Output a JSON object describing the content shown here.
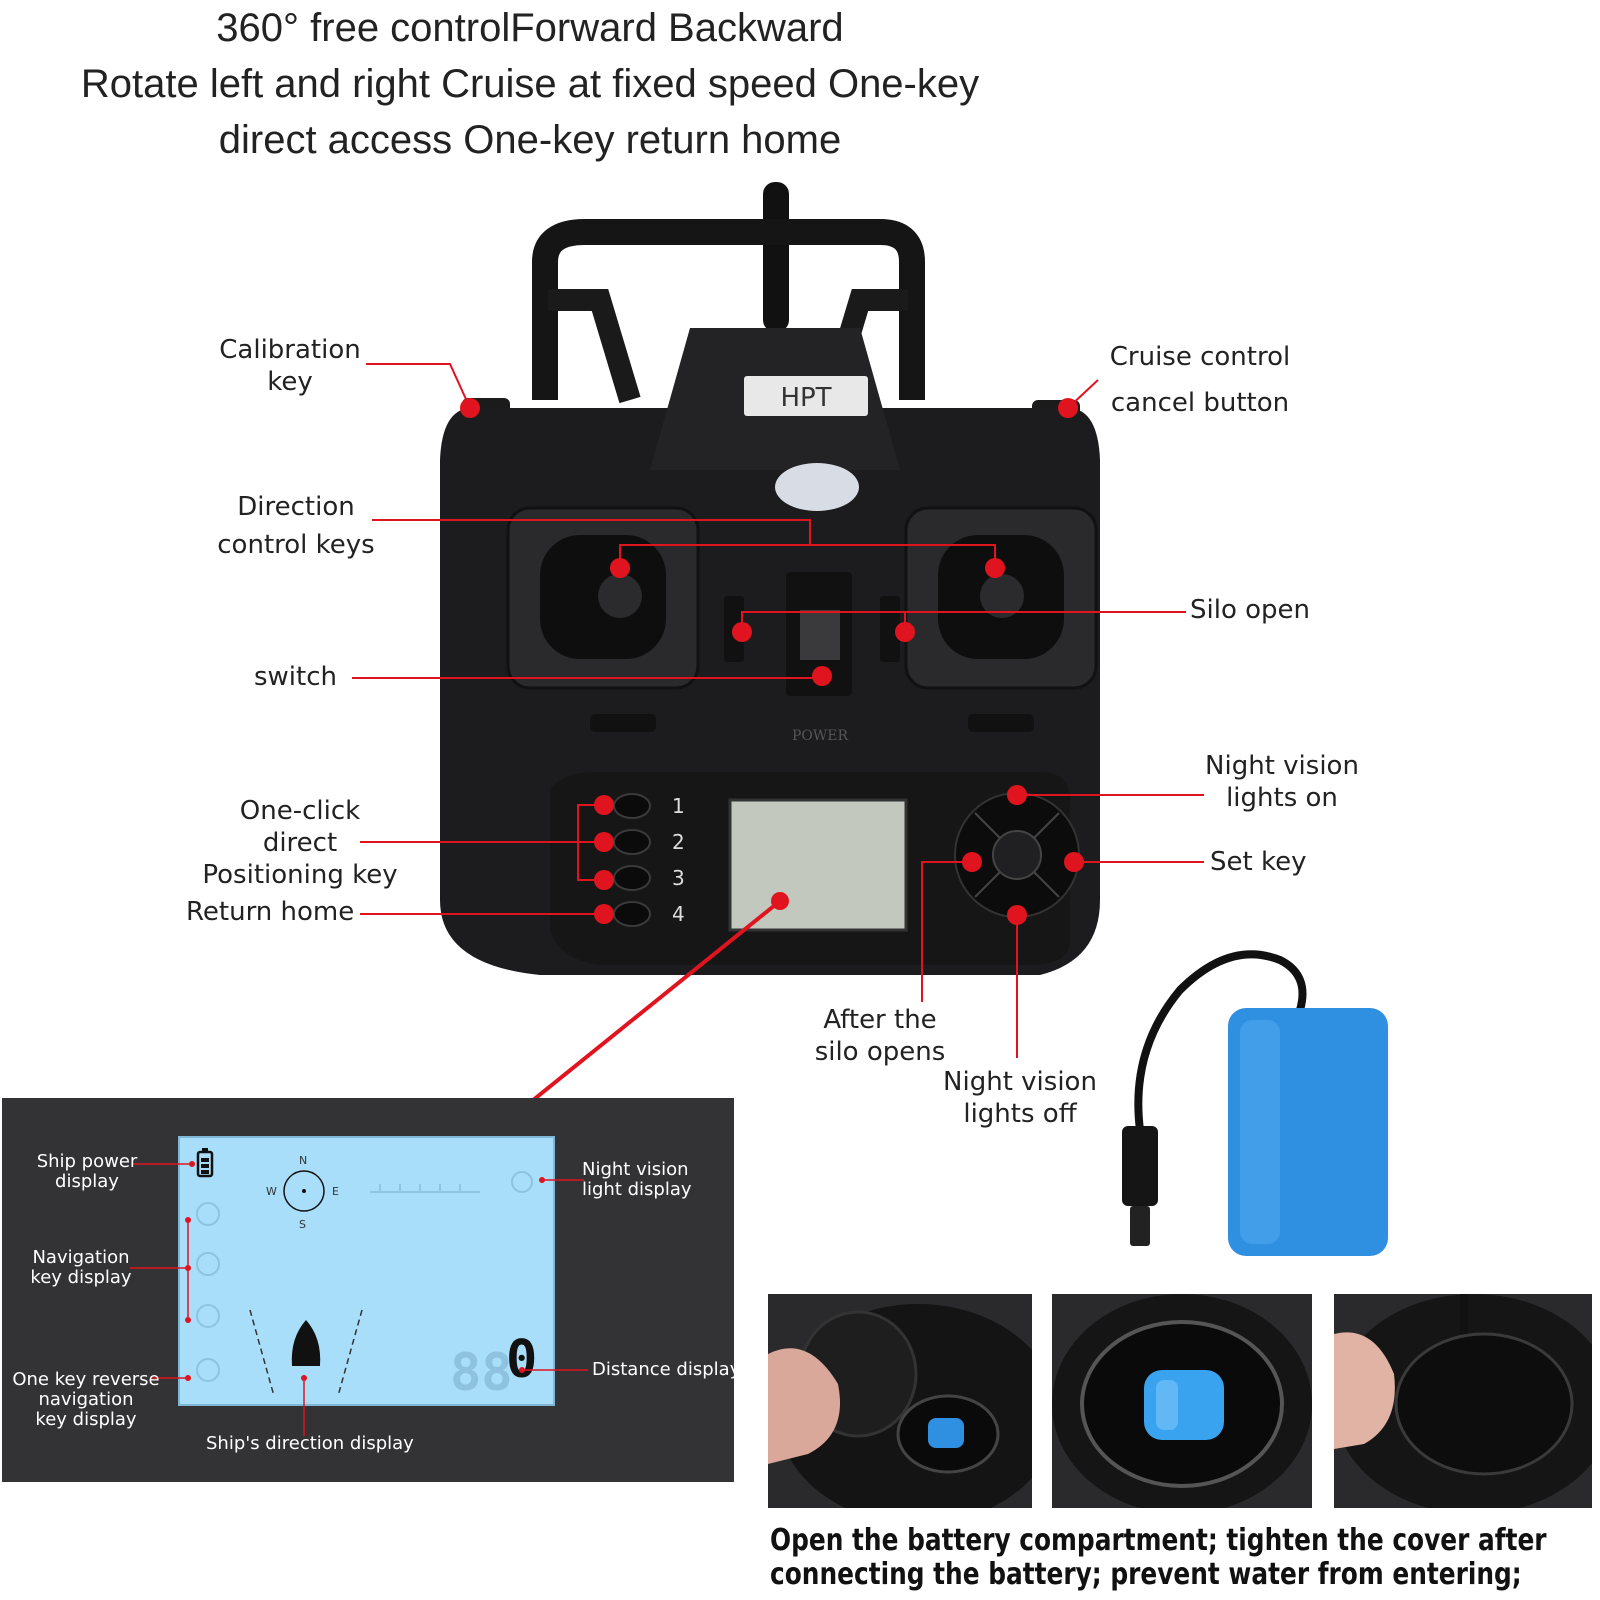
{
  "title": {
    "line1": "360° free controlForward Backward",
    "line2": "Rotate left and right Cruise at fixed speed One-key",
    "line3": "direct access One-key return home"
  },
  "remote": {
    "brand": "HPT",
    "power_label": "POWER",
    "key_numbers": [
      "1",
      "2",
      "3",
      "4"
    ]
  },
  "callouts": {
    "calibration_key": [
      "Calibration",
      "key"
    ],
    "cruise_control": [
      "Cruise control",
      "cancel button"
    ],
    "direction_keys": [
      "Direction",
      "control keys"
    ],
    "silo_open": "Silo open",
    "switch": "switch",
    "night_vision_on": [
      "Night vision",
      "lights on"
    ],
    "one_click": [
      "One-click",
      "direct",
      "Positioning key"
    ],
    "set_key": "Set key",
    "return_home": "Return home",
    "after_silo": [
      "After the",
      "silo opens"
    ],
    "night_vision_off": [
      "Night vision",
      "lights off"
    ]
  },
  "lcd": {
    "ship_power": [
      "Ship power",
      "display"
    ],
    "navigation_key": [
      "Navigation",
      "key display"
    ],
    "reverse_nav": [
      "One key reverse",
      "navigation",
      "key display"
    ],
    "night_light": [
      "Night vision",
      "light display"
    ],
    "distance": "Distance display",
    "ship_direction": "Ship's direction display",
    "compass": {
      "n": "N",
      "s": "S",
      "e": "E",
      "w": "W"
    },
    "distance_value": "000"
  },
  "footer": {
    "line1": "Open the battery compartment; tighten the cover after",
    "line2": "connecting the battery; prevent water from entering;"
  },
  "colors": {
    "callout_line": "#e0141e",
    "lcd_background": "#a9defa",
    "panel_background": "#333335",
    "battery_blue": "#2f8fe0"
  }
}
